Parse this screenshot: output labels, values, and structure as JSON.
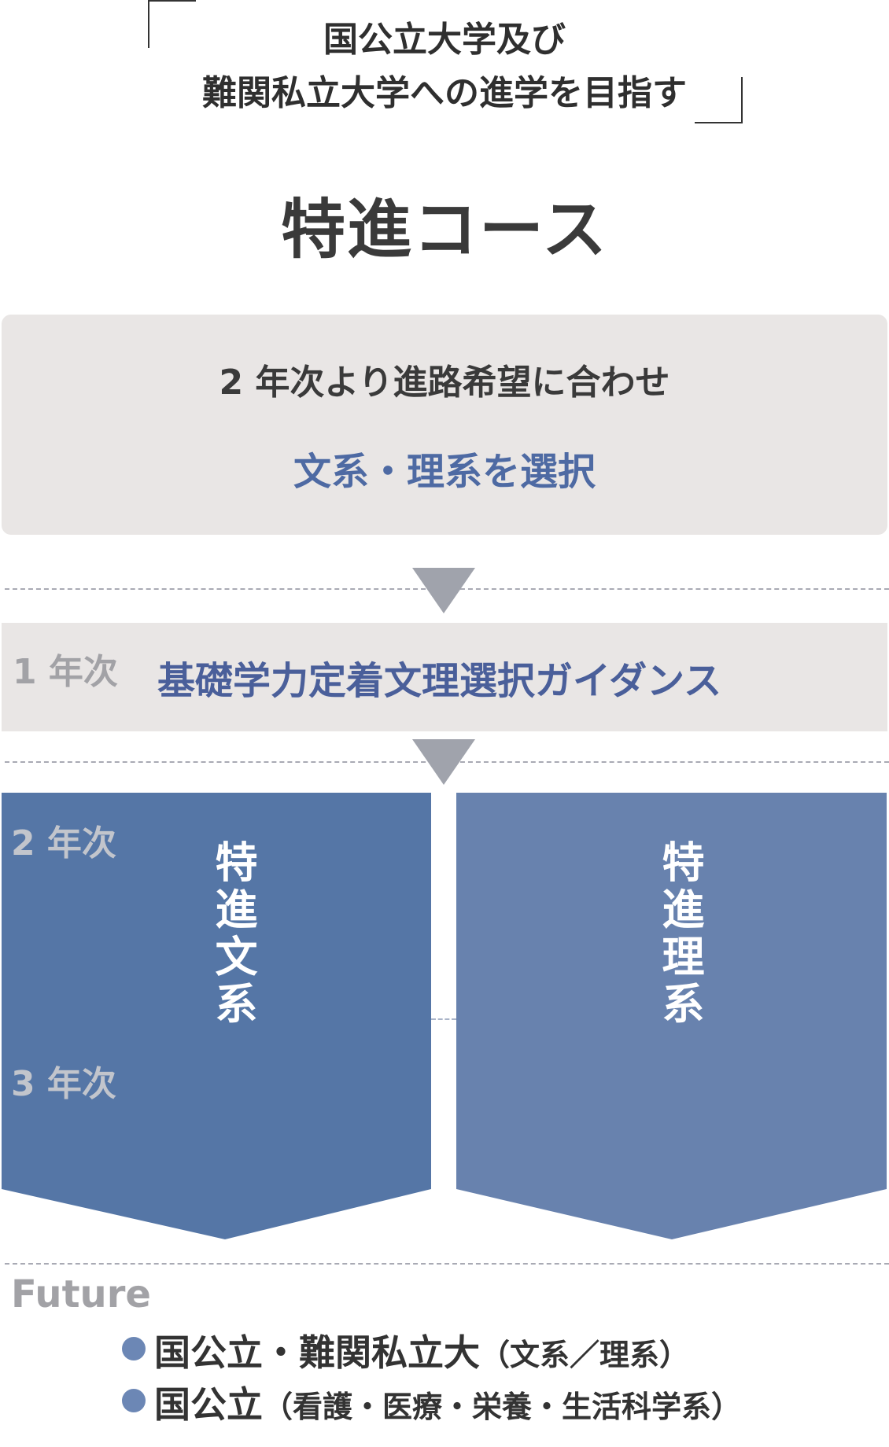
{
  "header": {
    "tagline_line1": "国公立大学及び",
    "tagline_line2": "難関私立大学への進学を目指す",
    "course_title": "特進コース"
  },
  "choice": {
    "line1": "2 年次より進路希望に合わせ",
    "line2": "文系・理系を選択"
  },
  "year1": {
    "label": "1 年次",
    "title": "基礎学力定着文理選択ガイダンス"
  },
  "tracks": {
    "year2_label": "2 年次",
    "year3_label": "3 年次",
    "left": "特進文系",
    "right": "特進理系"
  },
  "future": {
    "label": "Future",
    "items": [
      {
        "main": "国公立・難関私立大",
        "sub": "（文系／理系）"
      },
      {
        "main": "国公立",
        "sub": "（看護・医療・栄養・生活科学系）"
      }
    ]
  },
  "colors": {
    "accent_text": "#4e6aa3",
    "left_track": "#5576a6",
    "right_track": "#6882ae",
    "band_bg": "#e9e6e5",
    "arrow": "#a0a3ac"
  }
}
